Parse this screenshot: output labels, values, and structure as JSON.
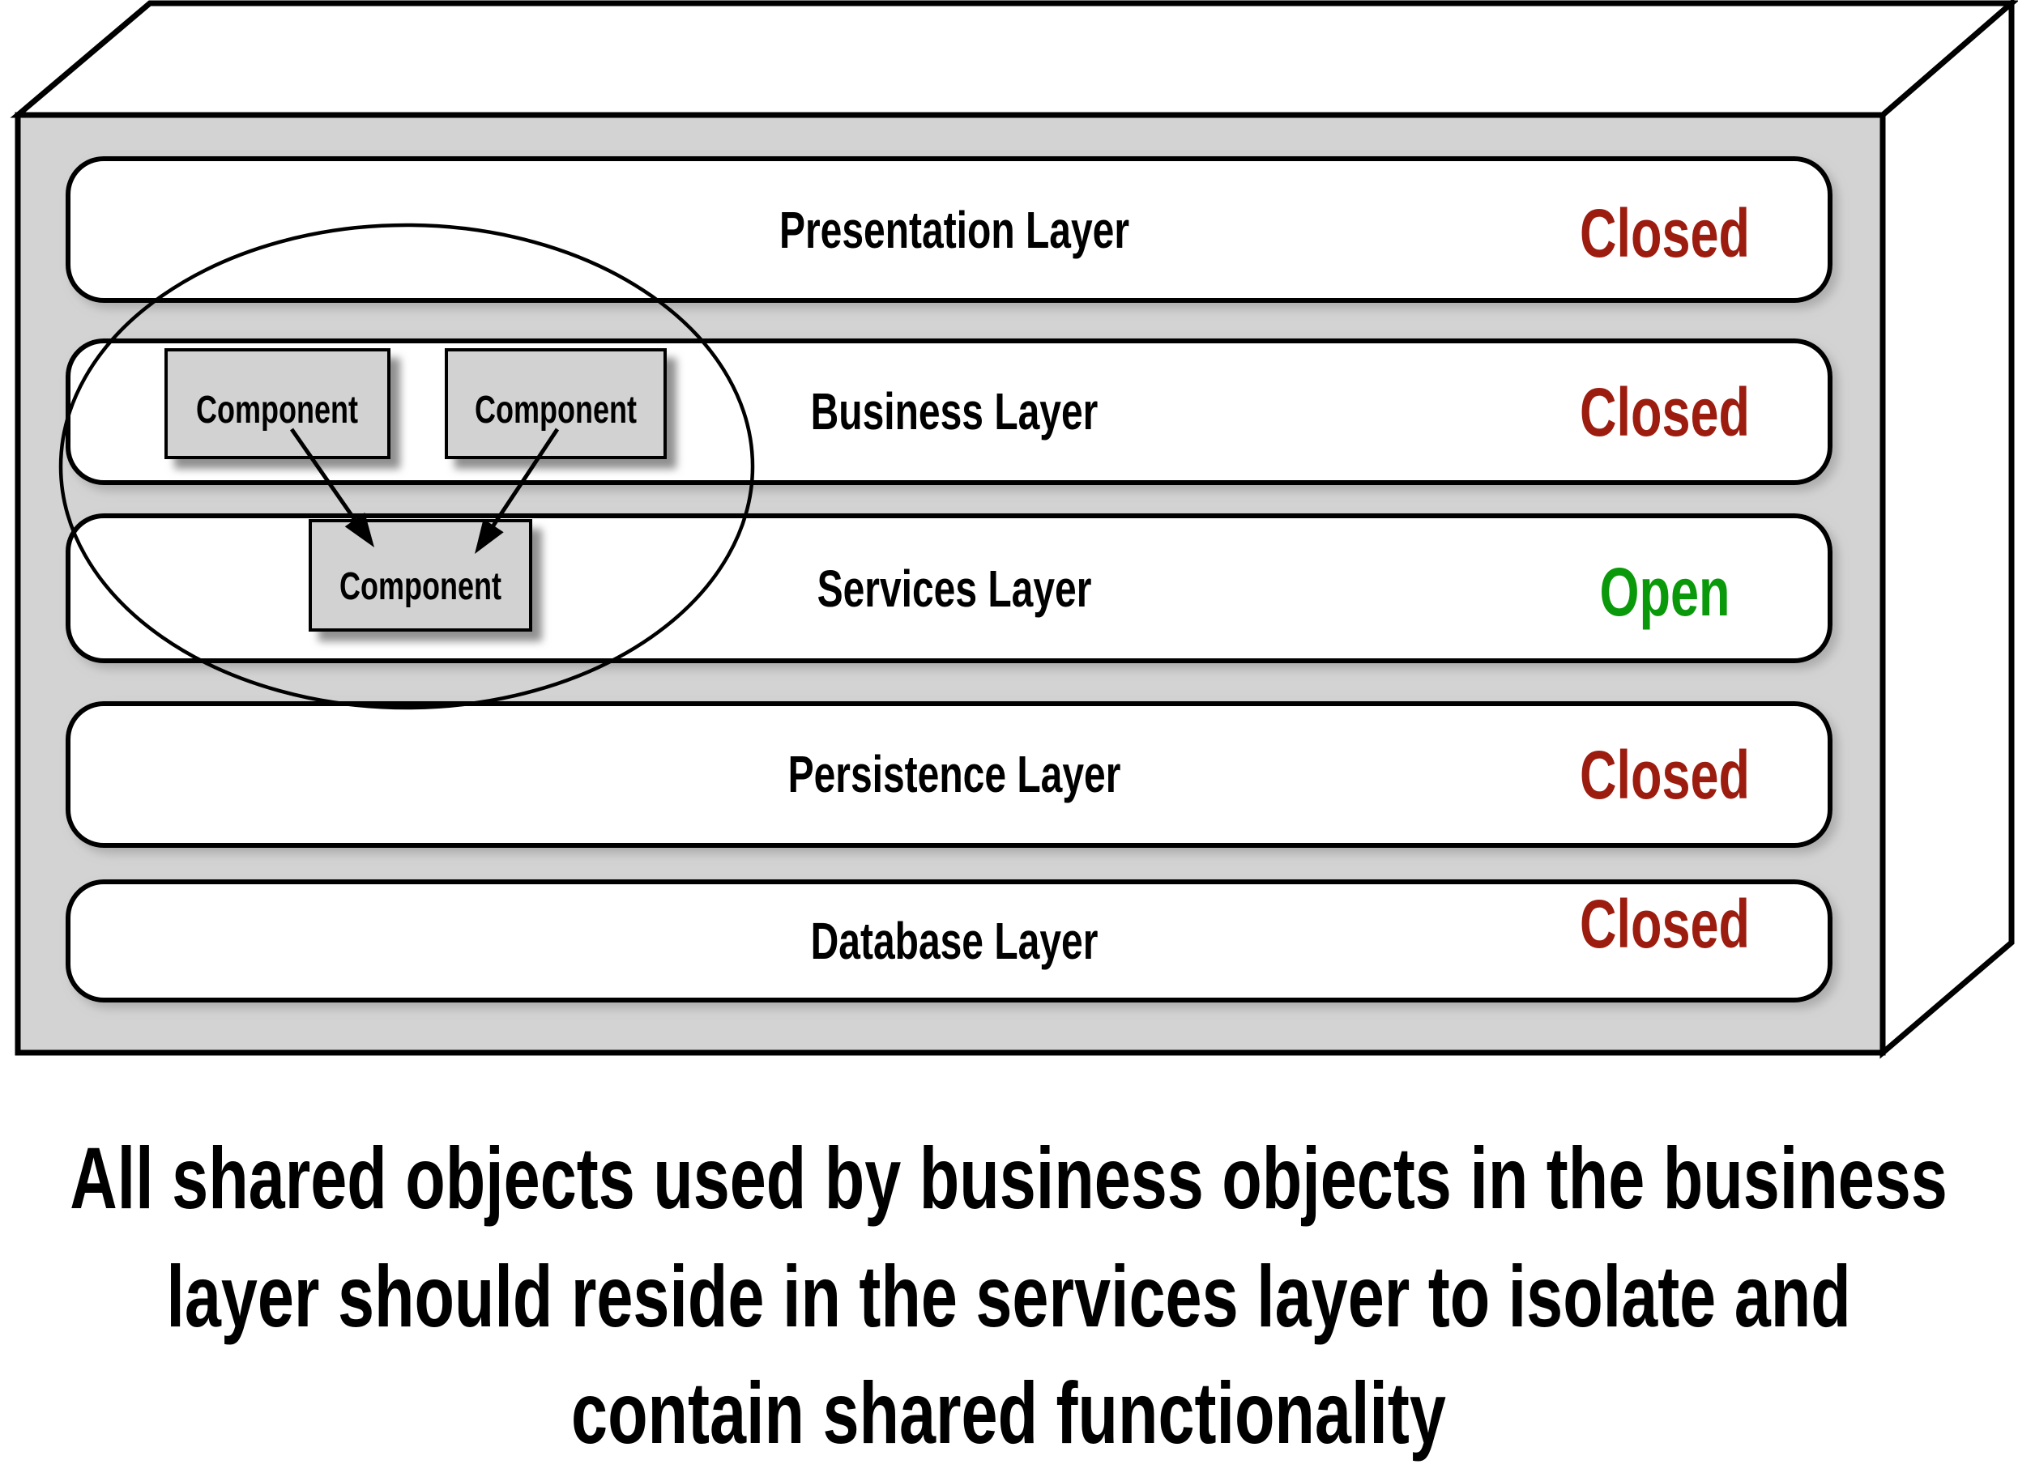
{
  "colors": {
    "closed": "#9c1d10",
    "open": "#0a990a",
    "chassis_gray": "#d3d3d3",
    "component_gray": "#d2d2d2",
    "outline": "#000000"
  },
  "layers": [
    {
      "name": "Presentation Layer",
      "status": "Closed"
    },
    {
      "name": "Business Layer",
      "status": "Closed"
    },
    {
      "name": "Services Layer",
      "status": "Open"
    },
    {
      "name": "Persistence Layer",
      "status": "Closed"
    },
    {
      "name": "Database Layer",
      "status": "Closed"
    }
  ],
  "components": {
    "business_left": "Component",
    "business_right": "Component",
    "services_shared": "Component"
  },
  "caption": {
    "line1": "All shared objects used by business objects in the business",
    "line2": "layer should reside in the services layer to isolate and",
    "line3": "contain shared functionality"
  }
}
